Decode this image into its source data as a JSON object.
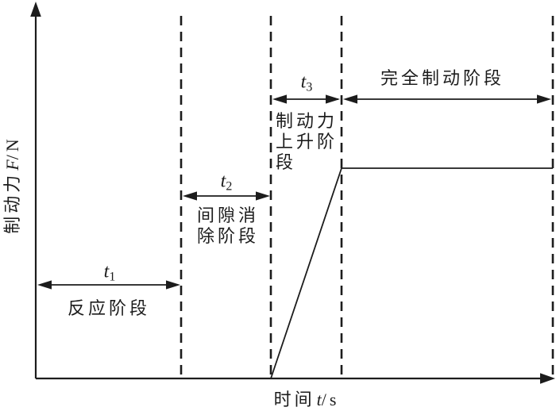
{
  "figure": {
    "background": "#ffffff",
    "ink_color": "#1c1c1c",
    "kind": "brake-force-vs-time-phase-diagram"
  },
  "axes": {
    "y_label": {
      "prefix": "制动力",
      "symbol": "F",
      "suffix": "/N"
    },
    "x_label": {
      "prefix": "时间",
      "symbol": "t",
      "suffix": "/s"
    }
  },
  "phases": [
    {
      "id": "reaction",
      "duration_base": "t",
      "duration_sub": "1",
      "name_lines": [
        "反应阶段"
      ]
    },
    {
      "id": "clearance-elimination",
      "duration_base": "t",
      "duration_sub": "2",
      "name_lines": [
        "间隙消",
        "除阶段"
      ]
    },
    {
      "id": "force-rise",
      "duration_base": "t",
      "duration_sub": "3",
      "name_lines": [
        "制动力",
        "上升阶",
        "段"
      ]
    },
    {
      "id": "full-braking",
      "name": "完全制动阶段"
    }
  ],
  "curve": {
    "series_name": "制动力",
    "segments": [
      {
        "phase": "反应阶段",
        "force": "0"
      },
      {
        "phase": "间隙消除阶段",
        "force": "0"
      },
      {
        "phase": "制动力上升阶段",
        "force": "0 → 最大 (线性上升)"
      },
      {
        "phase": "完全制动阶段",
        "force": "最大 (恒定)"
      }
    ]
  }
}
